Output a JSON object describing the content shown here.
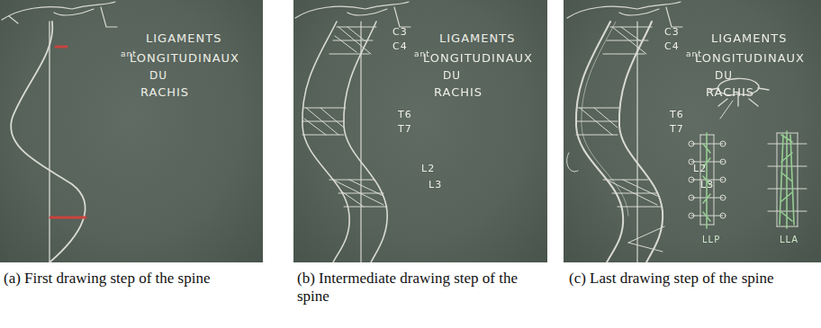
{
  "diagram": {
    "labels": [
      "LIGAMENTS",
      "ant",
      "LONGITUDINAUX",
      "DU",
      "RACHIS",
      "LIGAMENTS",
      "ant",
      "LONGITUDINAUX",
      "DU",
      "RACHIS",
      "C3",
      "C4",
      "T6",
      "T7",
      "L2",
      "L3",
      "LIGAMENTS",
      "ant",
      "LONGITUDINAUX",
      "DU",
      "RACHIS",
      "C3",
      "C4",
      "T6",
      "T7",
      "L2",
      "L3",
      "LLP",
      "LLA",
      "(a) First drawing step of the spine",
      "(b) Intermediate drawing step of the spine",
      "(c) Last drawing step of the spine"
    ]
  }
}
